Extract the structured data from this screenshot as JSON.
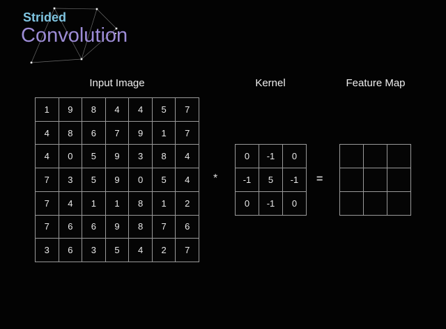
{
  "title": {
    "line1": "Strided",
    "line2": "Convolution"
  },
  "sections": {
    "input_label": "Input Image",
    "kernel_label": "Kernel",
    "feature_label": "Feature Map"
  },
  "operators": {
    "convolve": "*",
    "equals": "="
  },
  "input_image": {
    "rows": [
      [
        1,
        9,
        8,
        4,
        4,
        5,
        7
      ],
      [
        4,
        8,
        6,
        7,
        9,
        1,
        7
      ],
      [
        4,
        0,
        5,
        9,
        3,
        8,
        4
      ],
      [
        7,
        3,
        5,
        9,
        0,
        5,
        4
      ],
      [
        7,
        4,
        1,
        1,
        8,
        1,
        2
      ],
      [
        7,
        6,
        6,
        9,
        8,
        7,
        6
      ],
      [
        3,
        6,
        3,
        5,
        4,
        2,
        7
      ]
    ]
  },
  "kernel": {
    "rows": [
      [
        0,
        -1,
        0
      ],
      [
        -1,
        5,
        -1
      ],
      [
        0,
        -1,
        0
      ]
    ]
  },
  "feature_map": {
    "rows": [
      [
        "",
        "",
        ""
      ],
      [
        "",
        "",
        ""
      ],
      [
        "",
        "",
        ""
      ]
    ]
  },
  "colors": {
    "background": "#030303",
    "title_line1": "#7fc4e0",
    "title_line2": "#9d8cd6",
    "grid_border": "#9a9a9a",
    "cell_text": "#e9e9e9",
    "header_text": "#efefef"
  }
}
